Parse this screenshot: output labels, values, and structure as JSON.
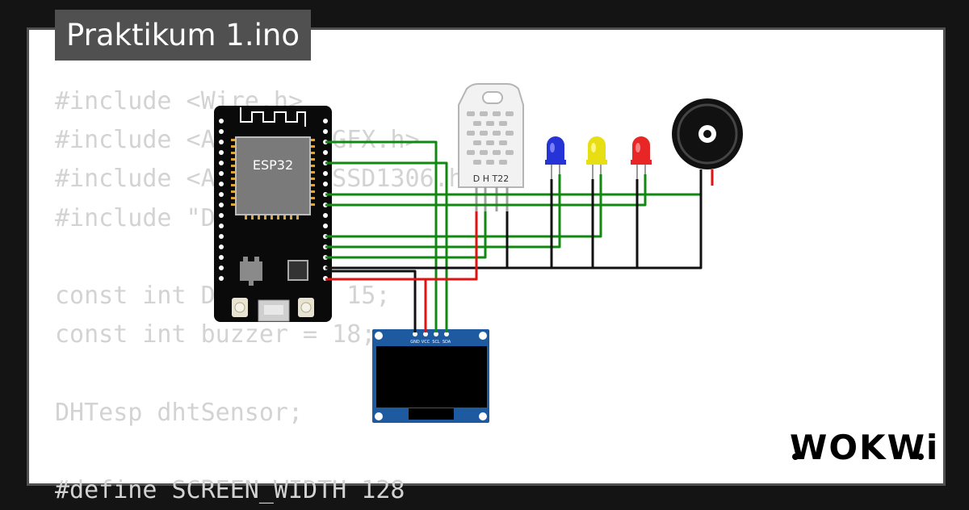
{
  "header": {
    "title": "Praktikum 1.ino"
  },
  "code_lines": [
    "#include <Wire.h>",
    "#include <Adafruit_GFX.h>",
    "#include <Adafruit_SSD1306.h>",
    "#include \"DHTesp.h\"",
    "",
    "const int DHT_PIN = 15;",
    "const int buzzer = 18;",
    "",
    "DHTesp dhtSensor;",
    "",
    "#define SCREEN_WIDTH 128"
  ],
  "components": {
    "esp32_label": "ESP32",
    "dht_label": "D H T22",
    "oled_pins": [
      "GND",
      "VCC",
      "SCL",
      "SDA"
    ]
  },
  "brand": "WOKWi",
  "colors": {
    "wire_green": "#118811",
    "wire_black": "#111111",
    "wire_red": "#e31212",
    "led_blue": "#2633d6",
    "led_yellow": "#e8de14",
    "led_red": "#e82626",
    "oled_board": "#1e5aa0"
  }
}
